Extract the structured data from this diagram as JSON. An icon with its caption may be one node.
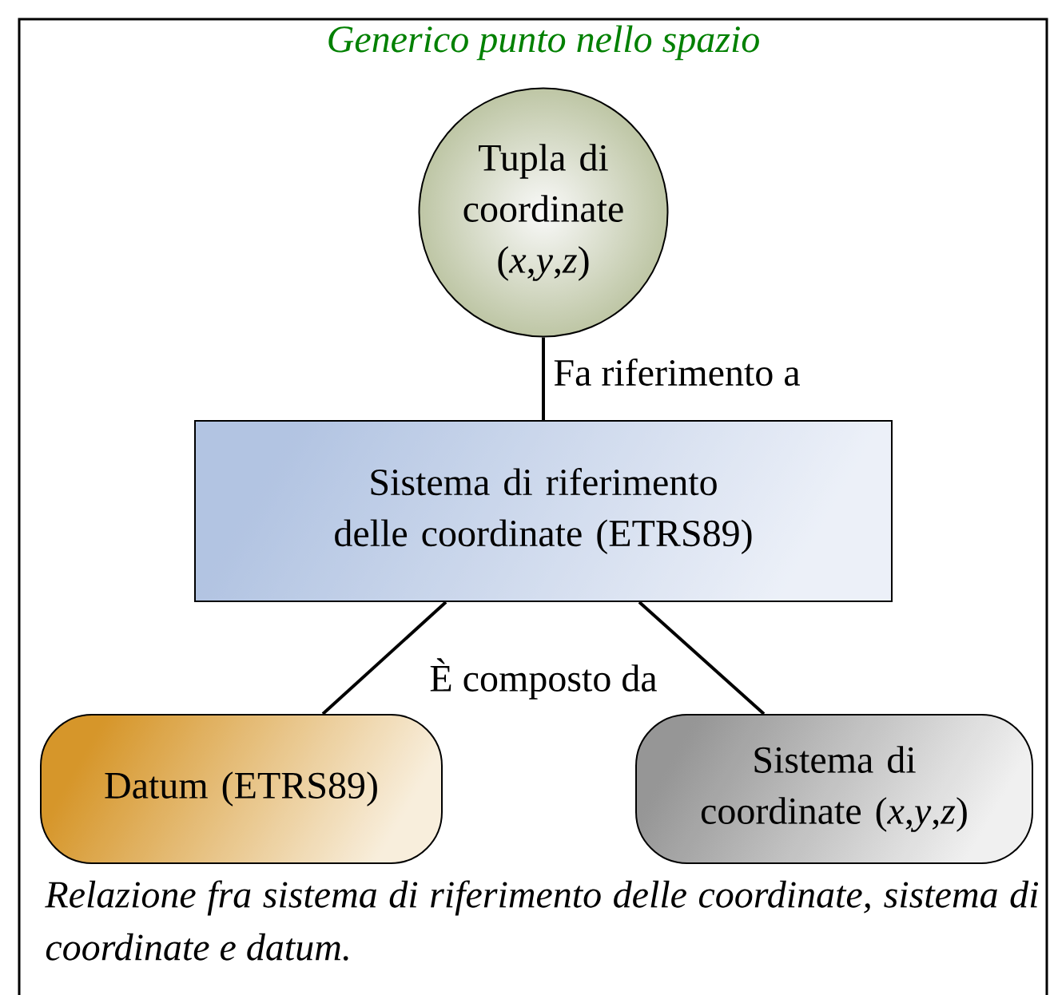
{
  "diagram": {
    "caption": "Relazione fra sistema di riferimento delle coordinate, sistema di coordinate e datum.",
    "nodes": [
      {
        "text": [
          "Tupla di coordinate (*x*,*y*,*z*)"
        ],
        "beside": [
          "Generico punto nello spazio"
        ]
      },
      {
        "text": [
          "Sistema di riferimento delle coordinate (ETRS89)"
        ]
      },
      {
        "text": [
          "Datum (ETRS89)"
        ]
      },
      {
        "text": [
          "Sistema di coordinate (*x*,*y*,*z*)"
        ]
      }
    ],
    "edges": [
      {
        "from": 0,
        "to": 1,
        "arrow": "none",
        "label": "Fa riferimento a"
      },
      {
        "from": 1,
        "to": 2,
        "arrow": "none",
        "label": "È composto da"
      },
      {
        "from": 1,
        "to": 3,
        "arrow": "none"
      }
    ]
  }
}
